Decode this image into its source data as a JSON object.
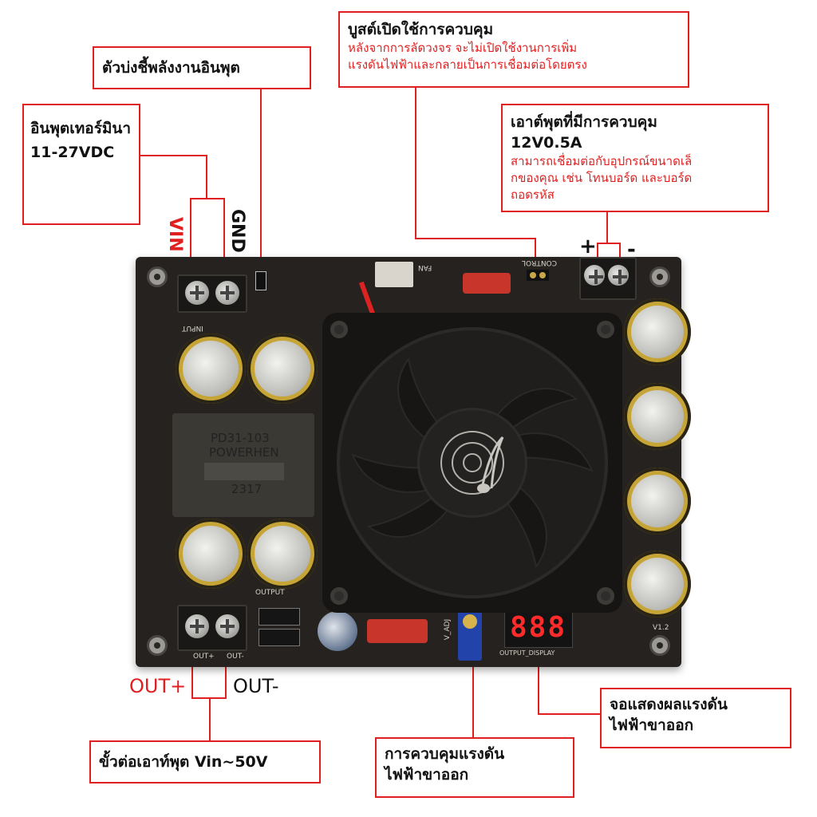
{
  "board": {
    "silkscreen": {
      "input": "INPUT",
      "output": "OUTPUT",
      "output_display": "OUTPUT_DISPLAY",
      "out_plus": "OUT+",
      "out_minus": "OUT-",
      "fan": "FAN",
      "control": "CONTROL",
      "v_adj": "V_ADJ",
      "version": "V1.2"
    },
    "inductor_text": [
      "PD31-103",
      "POWERHEN",
      "2317"
    ],
    "display_digits": "888",
    "terminal_labels": {
      "vin": "VIN",
      "gnd": "GND",
      "out_plus": "OUT+",
      "out_minus": "OUT-",
      "ctrl_plus": "+",
      "ctrl_minus": "-"
    }
  },
  "callouts": {
    "input_terminal": {
      "title": "อินพุตเทอร์มินา 11-27VDC"
    },
    "input_indicator": {
      "title": "ตัวบ่งชี้พลังงานอินพุต"
    },
    "boost_control": {
      "title": "บูสต์เปิดใช้การควบคุม",
      "line1": "หลังจากการลัดวงจร จะไม่เปิดใช้งานการเพิ่ม",
      "line2": "แรงดันไฟฟ้าและกลายเป็นการเชื่อมต่อโดยตรง"
    },
    "controlled_output": {
      "title1": "เอาต์พุตที่มีการควบคุม",
      "title2": "12V0.5A",
      "line1": "สามารถเชื่อมต่อกับอุปกรณ์ขนาดเล็",
      "line2": "กของคุณ เช่น โทนบอร์ด และบอร์ด",
      "line3": "ถอดรหัส"
    },
    "output_terminal": {
      "title": "ขั้วต่อเอาท์พุต Vin~50V"
    },
    "voltage_control": {
      "title1": "การควบคุมแรงดัน",
      "title2": "ไฟฟ้าขาออก"
    },
    "voltage_display": {
      "title1": "จอแสดงผลแรงดัน",
      "title2": "ไฟฟ้าขาออก"
    }
  },
  "colors": {
    "callout_border": "#e02020",
    "callout_subtext": "#e02020",
    "board": "#26221f",
    "display_segments": "#ff2a2a"
  }
}
